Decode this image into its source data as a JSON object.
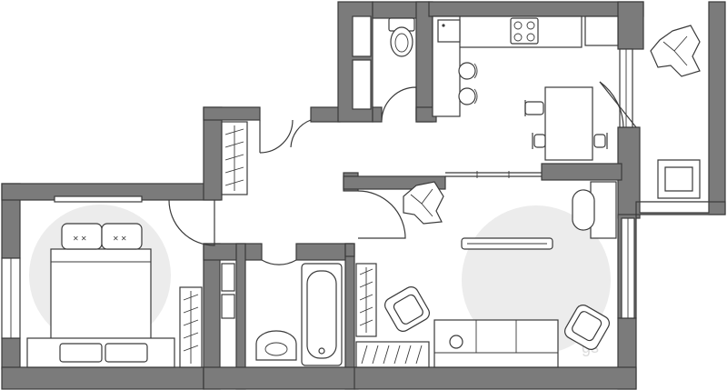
{
  "plan": {
    "wall_color": "#7b7b7b",
    "line_color": "#3a3a3a",
    "zone_color": "#ececec",
    "rooms": [
      "bedroom",
      "hallway",
      "bathroom",
      "wc",
      "kitchen",
      "living-room",
      "balcony"
    ]
  }
}
